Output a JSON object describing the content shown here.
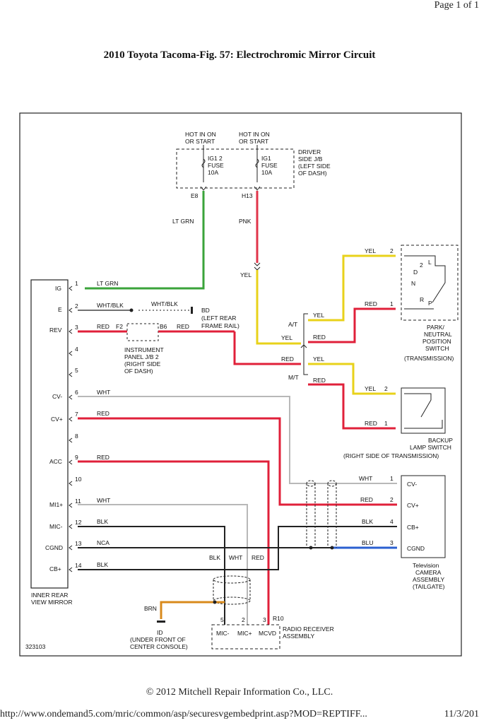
{
  "header": {
    "page": "Page 1 of 1"
  },
  "title": "2010 Toyota Tacoma-Fig. 57: Electrochromic Mirror Circuit",
  "footer": {
    "copyright": "© 2012 Mitchell Repair Information Co., LLC.",
    "url": "http://www.ondemand5.com/mric/common/asp/securesvgembedprint.asp?MOD=REPTIFF...",
    "date": "11/3/201"
  },
  "diagram": {
    "code": "323103",
    "fuse_box": {
      "hot1": [
        "HOT IN ON",
        "OR START"
      ],
      "hot2": [
        "HOT IN ON",
        "OR START"
      ],
      "fuse1": [
        "IG1 2",
        "FUSE",
        "10A"
      ],
      "fuse2": [
        "IG1",
        "FUSE",
        "10A"
      ],
      "label": [
        "DRIVER",
        "SIDE J/B",
        "(LEFT SIDE",
        "OF DASH)"
      ],
      "conn1": "E8",
      "conn2": "H13"
    },
    "mirror": {
      "label": [
        "INNER REAR",
        "VIEW MIRROR"
      ],
      "pins": [
        {
          "name": "IG",
          "num": "1"
        },
        {
          "name": "E",
          "num": "2"
        },
        {
          "name": "REV",
          "num": "3"
        },
        {
          "name": "",
          "num": "4"
        },
        {
          "name": "",
          "num": "5"
        },
        {
          "name": "CV-",
          "num": "6"
        },
        {
          "name": "CV+",
          "num": "7"
        },
        {
          "name": "",
          "num": "8"
        },
        {
          "name": "ACC",
          "num": "9"
        },
        {
          "name": "",
          "num": "10"
        },
        {
          "name": "MI1+",
          "num": "11"
        },
        {
          "name": "MIC-",
          "num": "12"
        },
        {
          "name": "CGND",
          "num": "13"
        },
        {
          "name": "CB+",
          "num": "14"
        }
      ]
    },
    "wires": {
      "lt_grn": "LT GRN",
      "pnk": "PNK",
      "yel": "YEL",
      "wht_blk": "WHT/BLK",
      "red": "RED",
      "wht": "WHT",
      "blk": "BLK",
      "nca": "NCA",
      "blu": "BLU",
      "brn": "BRN"
    },
    "ground_bd": [
      "BD",
      "(LEFT REAR",
      "FRAME RAIL)"
    ],
    "ground_id": [
      "ID",
      "(UNDER FRONT OF",
      "CENTER CONSOLE)"
    ],
    "instrument_panel": [
      "INSTRUMENT",
      "PANEL J/B 2",
      "(RIGHT SIDE",
      "OF DASH)"
    ],
    "f2": "F2",
    "b6": "B6",
    "at": "A/T",
    "mt": "M/T",
    "park_switch": [
      "PARK/",
      "NEUTRAL",
      "POSITION",
      "SWITCH",
      "(TRANSMISSION)"
    ],
    "park_positions": [
      "L",
      "2",
      "D",
      "N",
      "R",
      "P"
    ],
    "backup_switch": [
      "BACKUP",
      "LAMP SWITCH",
      "(RIGHT SIDE OF TRANSMISSION)"
    ],
    "camera": {
      "label": [
        "Television",
        "CAMERA",
        "ASSEMBLY",
        "(TAILGATE)"
      ],
      "pins": [
        {
          "name": "CV-",
          "num": "1"
        },
        {
          "name": "CV+",
          "num": "2"
        },
        {
          "name": "CB+",
          "num": "4"
        },
        {
          "name": "CGND",
          "num": "3"
        }
      ]
    },
    "radio": {
      "label": [
        "RADIO RECEIVER",
        "ASSEMBLY"
      ],
      "conn": "R10",
      "pins": [
        {
          "name": "MIC-",
          "num": "5"
        },
        {
          "name": "MIC+",
          "num": "2"
        },
        {
          "name": "MCVD",
          "num": "3"
        }
      ]
    },
    "colors": {
      "lt_grn": "#3aa33a",
      "pnk": "#e0344a",
      "red": "#e0203a",
      "yel": "#e8d21a",
      "blk": "#222222",
      "wht": "#b8b8b8",
      "blu": "#2a5fd0",
      "brn": "#d88a1c"
    }
  }
}
